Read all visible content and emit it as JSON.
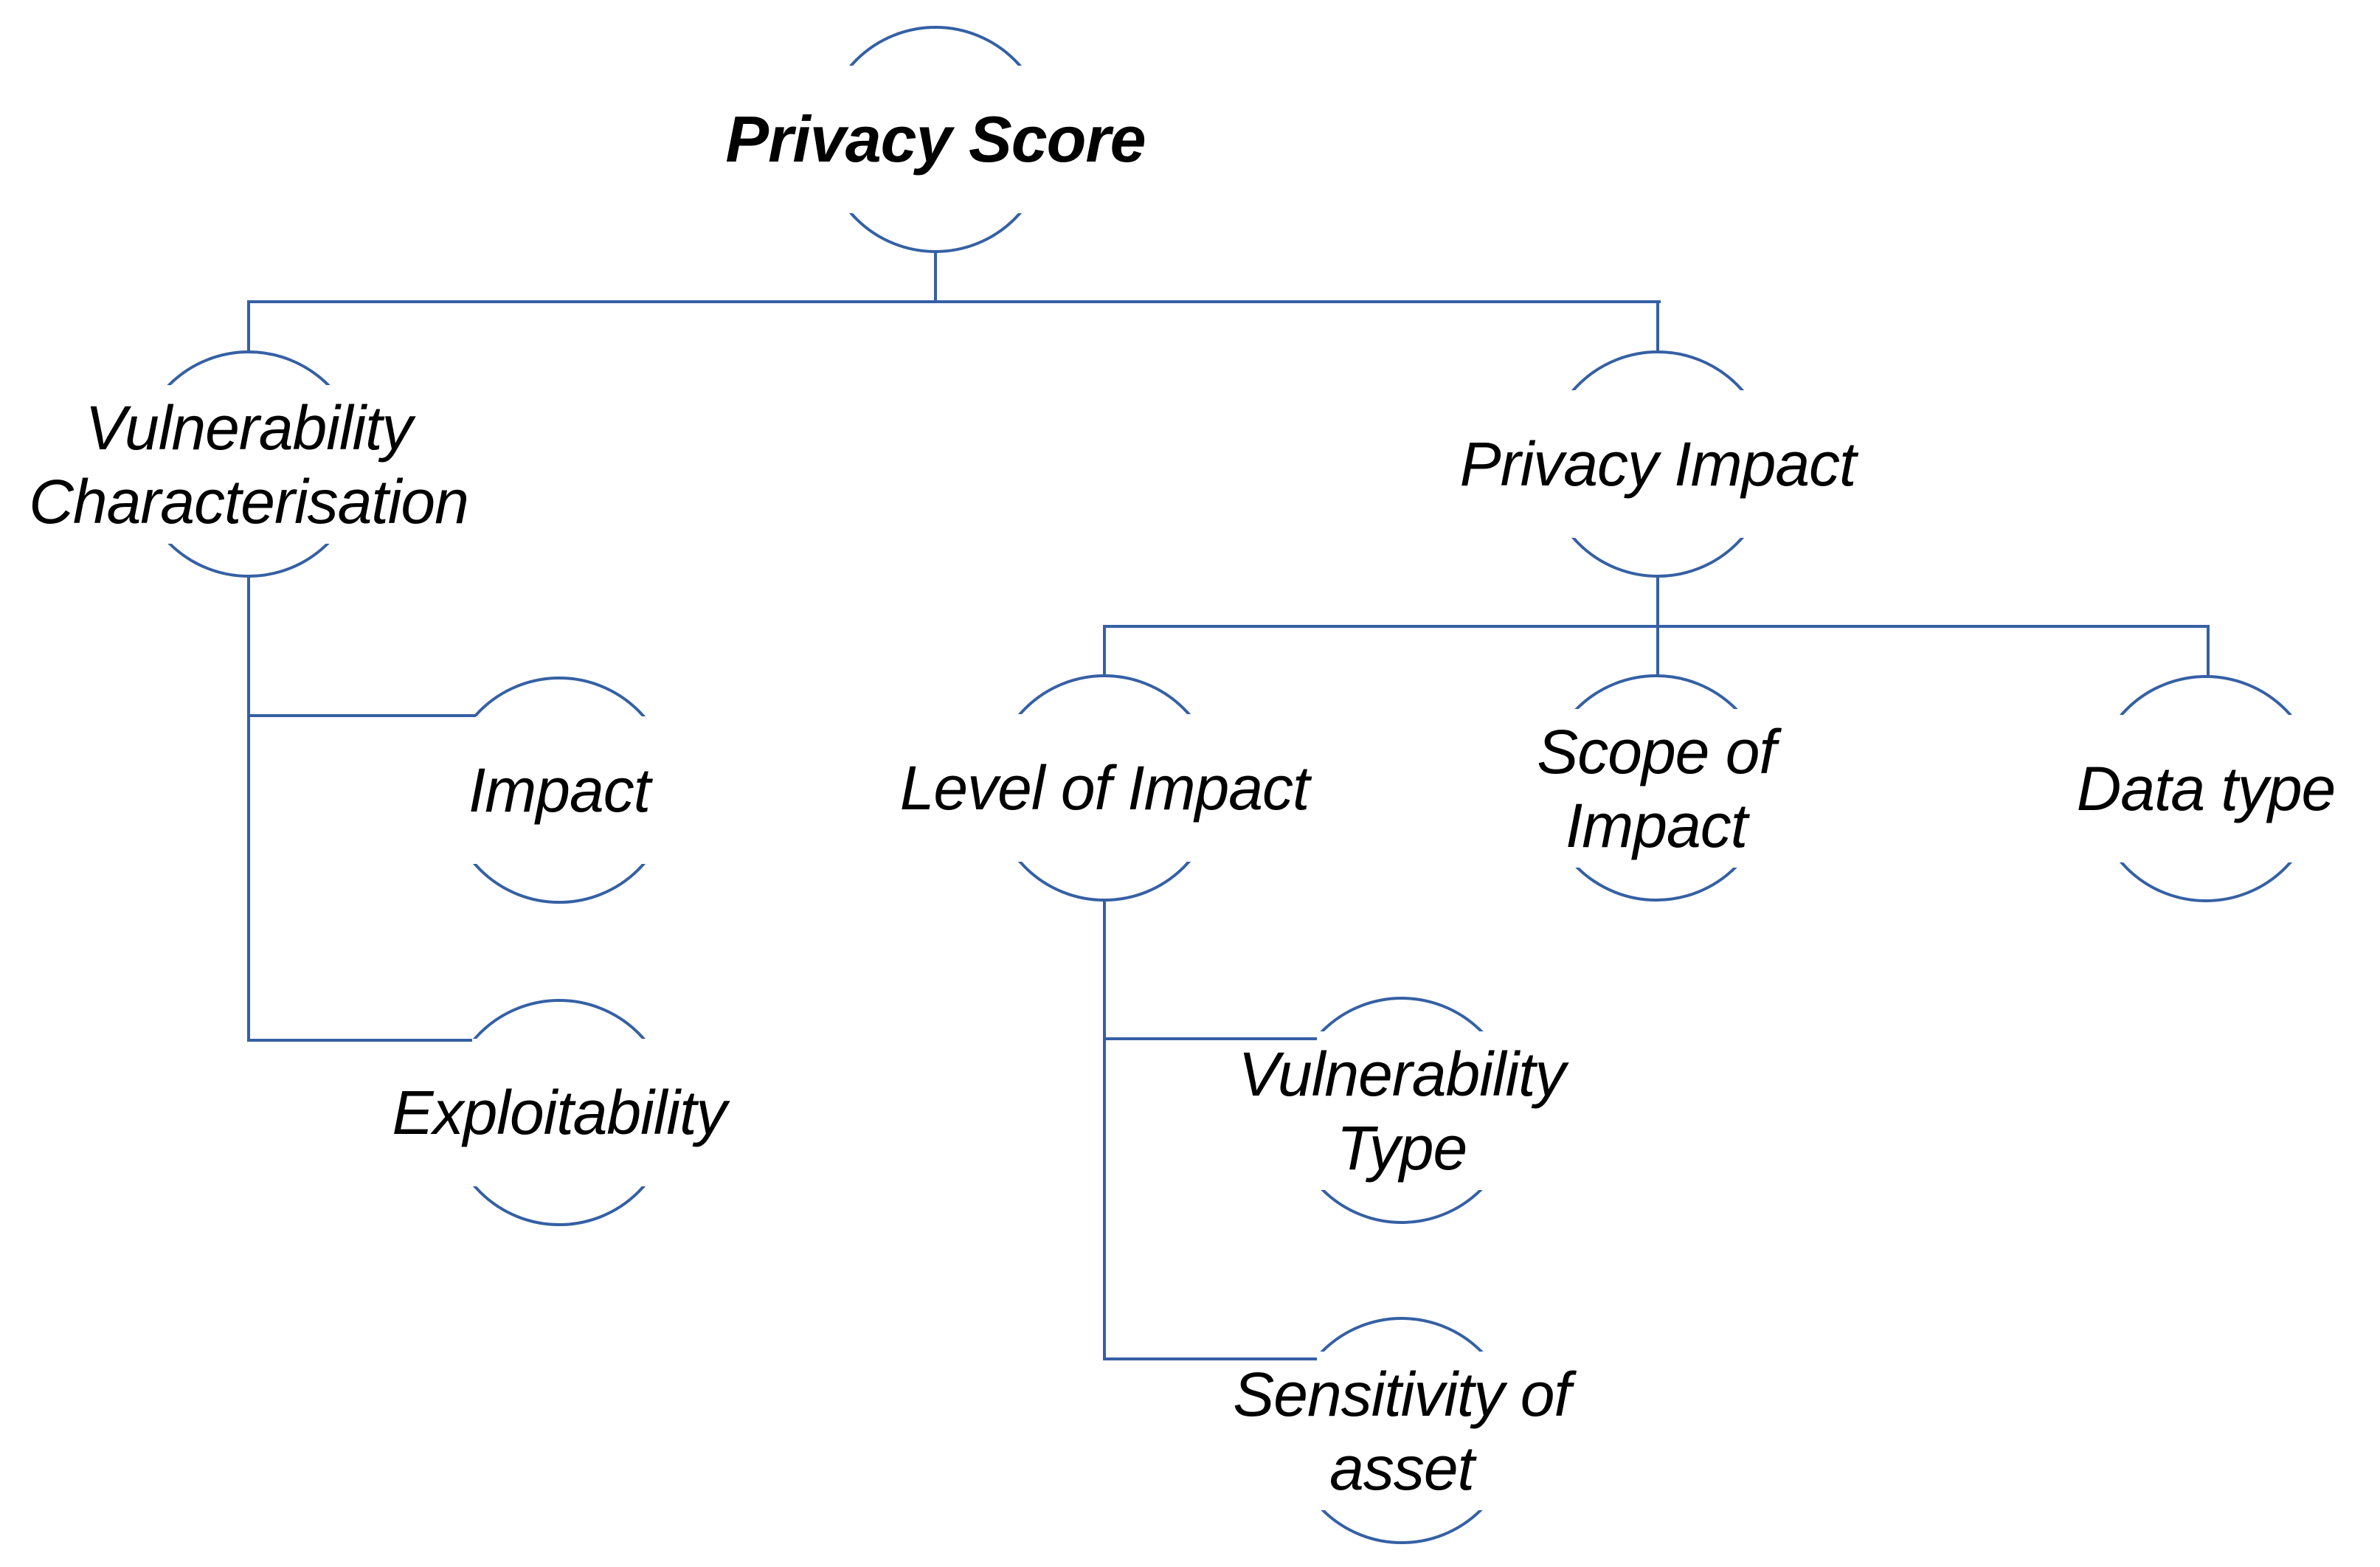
{
  "diagram": {
    "type": "hierarchy-tree",
    "accent_color": "#3560A4",
    "text_color": "#000000",
    "background_color": "#FFFFFF",
    "node_shape": "open-circle",
    "root_label": "Privacy Score",
    "nodes": [
      {
        "id": "privacy-score",
        "lines": [
          "Privacy Score"
        ],
        "parent": null,
        "emphasis": "bold-italic"
      },
      {
        "id": "vulnerability-characterisation",
        "lines": [
          "Vulnerability",
          "Characterisation"
        ],
        "parent": "privacy-score",
        "emphasis": "italic"
      },
      {
        "id": "privacy-impact",
        "lines": [
          "Privacy Impact"
        ],
        "parent": "privacy-score",
        "emphasis": "italic"
      },
      {
        "id": "impact",
        "lines": [
          "Impact"
        ],
        "parent": "vulnerability-characterisation",
        "emphasis": "italic"
      },
      {
        "id": "exploitability",
        "lines": [
          "Exploitability"
        ],
        "parent": "vulnerability-characterisation",
        "emphasis": "italic"
      },
      {
        "id": "level-of-impact",
        "lines": [
          "Level of Impact"
        ],
        "parent": "privacy-impact",
        "emphasis": "italic"
      },
      {
        "id": "scope-of-impact",
        "lines": [
          "Scope of",
          "Impact"
        ],
        "parent": "privacy-impact",
        "emphasis": "italic"
      },
      {
        "id": "data-type",
        "lines": [
          "Data type"
        ],
        "parent": "privacy-impact",
        "emphasis": "italic"
      },
      {
        "id": "vulnerability-type",
        "lines": [
          "Vulnerability",
          "Type"
        ],
        "parent": "level-of-impact",
        "emphasis": "italic"
      },
      {
        "id": "sensitivity-of-asset",
        "lines": [
          "Sensitivity of",
          "asset"
        ],
        "parent": "level-of-impact",
        "emphasis": "italic"
      }
    ],
    "edges": [
      [
        "Privacy Score",
        "Vulnerability Characterisation"
      ],
      [
        "Privacy Score",
        "Privacy Impact"
      ],
      [
        "Vulnerability Characterisation",
        "Impact"
      ],
      [
        "Vulnerability Characterisation",
        "Exploitability"
      ],
      [
        "Privacy Impact",
        "Level of Impact"
      ],
      [
        "Privacy Impact",
        "Scope of Impact"
      ],
      [
        "Privacy Impact",
        "Data type"
      ],
      [
        "Level of Impact",
        "Vulnerability Type"
      ],
      [
        "Level of Impact",
        "Sensitivity of asset"
      ]
    ]
  }
}
